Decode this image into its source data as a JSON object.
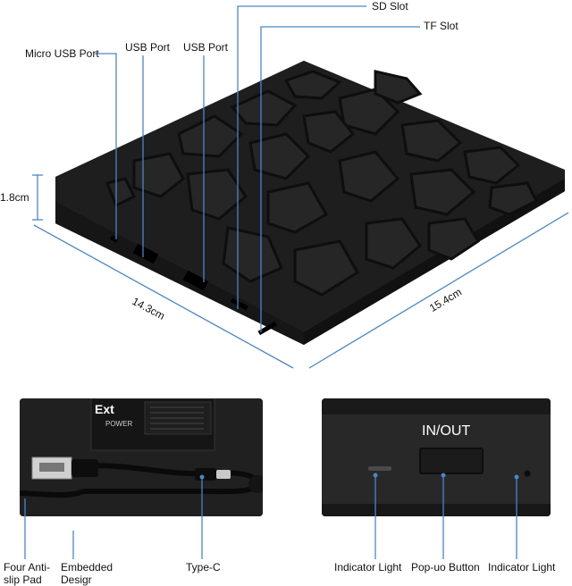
{
  "colors": {
    "callout": "#4a86c8",
    "device": "#1b1b1b",
    "device_edge": "#0c0c0c",
    "panel_bg": "#2a2a2a"
  },
  "labels": {
    "sd_slot": "SD Slot",
    "tf_slot": "TF Slot",
    "micro_usb": "Micro USB Port",
    "usb_port_1": "USB Port",
    "usb_port_2": "USB Port",
    "four_anti_slip": "Four Anti-\nslip Pad",
    "embedded": "Embedded\nDesigr",
    "type_c": "Type-C",
    "indicator_left": "Indicator Light",
    "popup_button": "Pop-uo Button",
    "indicator_right": "Indicator Light"
  },
  "dimensions": {
    "height": "1.8cm",
    "width": "14.3cm",
    "length": "15.4cm"
  },
  "panel_left": {
    "sticker_title": "Ext",
    "sticker_line": "POWER"
  },
  "panel_right": {
    "button_label": "IN/OUT"
  }
}
